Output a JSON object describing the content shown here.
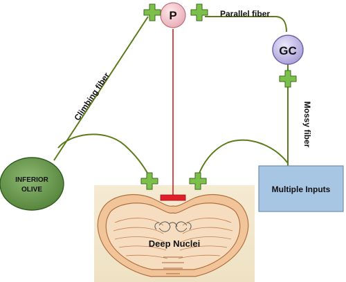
{
  "nodes": {
    "purkinje": "P",
    "granule_cell": "GC",
    "inferior_olive": "INFERIOR OLIVE",
    "multiple_inputs": "Multiple Inputs",
    "deep_nuclei": "Deep Nuclei"
  },
  "fibers": {
    "parallel": "Parallel fiber",
    "climbing": "Climbing fiber",
    "mossy": "Mossy fiber"
  },
  "colors": {
    "fiber_line": "#5b7a1a",
    "inhibitory_line": "#cc1f1f",
    "excitatory_plus": "#7cbf4a",
    "inhibitory_minus": "#e01e2a",
    "purkinje_fill": "#f3c9cf",
    "granule_fill": "#c9c2ea",
    "olive_fill": "#6f9d52",
    "inputs_box": "#a7c6e4",
    "nuclei_bg": "#f6ecd6"
  },
  "synapses": {
    "excitatory_icon": "plus-icon",
    "inhibitory_icon": "minus-icon"
  }
}
